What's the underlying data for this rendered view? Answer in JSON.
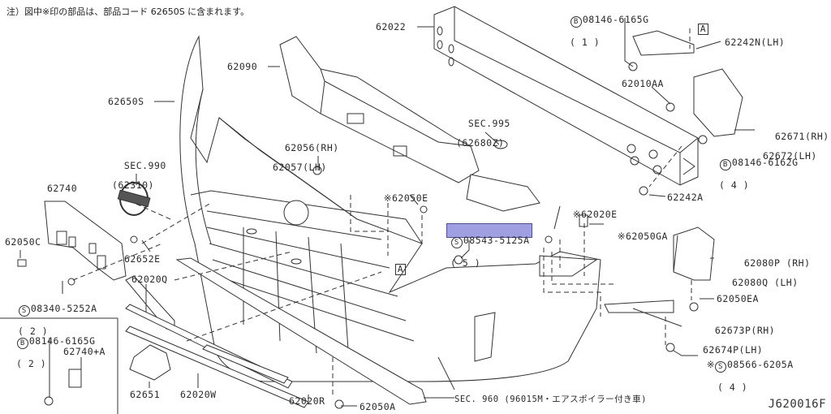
{
  "note": "注）図中※印の部品は、部品コード 62650S に含まれます。",
  "diagram_code": "J620016F",
  "selected_part": "08543-5125A",
  "highlight_color": "#5050c8",
  "parts": [
    {
      "id": "p62022",
      "label": "62022"
    },
    {
      "id": "p08146_6165G_top",
      "prefix": "B",
      "label": "08146-6165G",
      "qty": "( 1 )"
    },
    {
      "id": "pA_top",
      "label": "A"
    },
    {
      "id": "p62242N",
      "label": "62242N(LH)"
    },
    {
      "id": "p62090",
      "label": "62090"
    },
    {
      "id": "p62010AA",
      "label": "62010AA"
    },
    {
      "id": "p62650S",
      "label": "62650S"
    },
    {
      "id": "pSEC995",
      "label": "SEC.995",
      "sub": "(62680Z)"
    },
    {
      "id": "p62671",
      "label": "62671(RH)",
      "sub": "62672(LH)"
    },
    {
      "id": "p62056",
      "label": "62056(RH)",
      "sub": "62057(LH)"
    },
    {
      "id": "pSEC990",
      "label": "SEC.990",
      "sub": "(62310)"
    },
    {
      "id": "p08146_6162G",
      "prefix": "B",
      "label": "08146-6162G",
      "qty": "( 4 )"
    },
    {
      "id": "p62050E",
      "mark": "※",
      "label": "62050E"
    },
    {
      "id": "p62242A",
      "label": "62242A"
    },
    {
      "id": "p62740",
      "label": "62740"
    },
    {
      "id": "p62020E",
      "mark": "※",
      "label": "62020E"
    },
    {
      "id": "p08543_5125A",
      "prefix": "S",
      "label": "08543-5125A",
      "qty": "( 5 )"
    },
    {
      "id": "p62050GA",
      "mark": "※",
      "label": "62050GA"
    },
    {
      "id": "p62050C",
      "label": "62050C"
    },
    {
      "id": "pA_mid",
      "label": "A"
    },
    {
      "id": "p62080P",
      "label": "62080P (RH)",
      "sub": "62080Q (LH)"
    },
    {
      "id": "p62652E",
      "label": "62652E"
    },
    {
      "id": "p62020Q",
      "label": "62020Q"
    },
    {
      "id": "p08340_5252A",
      "prefix": "S",
      "label": "08340-5252A",
      "qty": "( 2 )"
    },
    {
      "id": "p62050EA",
      "label": "62050EA"
    },
    {
      "id": "p62673P",
      "label": "62673P(RH)",
      "sub": "62674P(LH)"
    },
    {
      "id": "p08146_6165G_bot",
      "prefix": "B",
      "label": "08146-6165G",
      "qty": "( 2 )"
    },
    {
      "id": "p62740A",
      "label": "62740+A"
    },
    {
      "id": "p08566_6205A",
      "mark": "※",
      "prefix": "S",
      "label": "08566-6205A",
      "qty": "( 4 )"
    },
    {
      "id": "p62651",
      "label": "62651"
    },
    {
      "id": "p62020W",
      "label": "62020W"
    },
    {
      "id": "p62020R",
      "label": "62020R"
    },
    {
      "id": "p62050A",
      "label": "62050A"
    },
    {
      "id": "pSEC960",
      "label": "SEC. 960 (96015M・エアスポイラー付き車)"
    }
  ]
}
